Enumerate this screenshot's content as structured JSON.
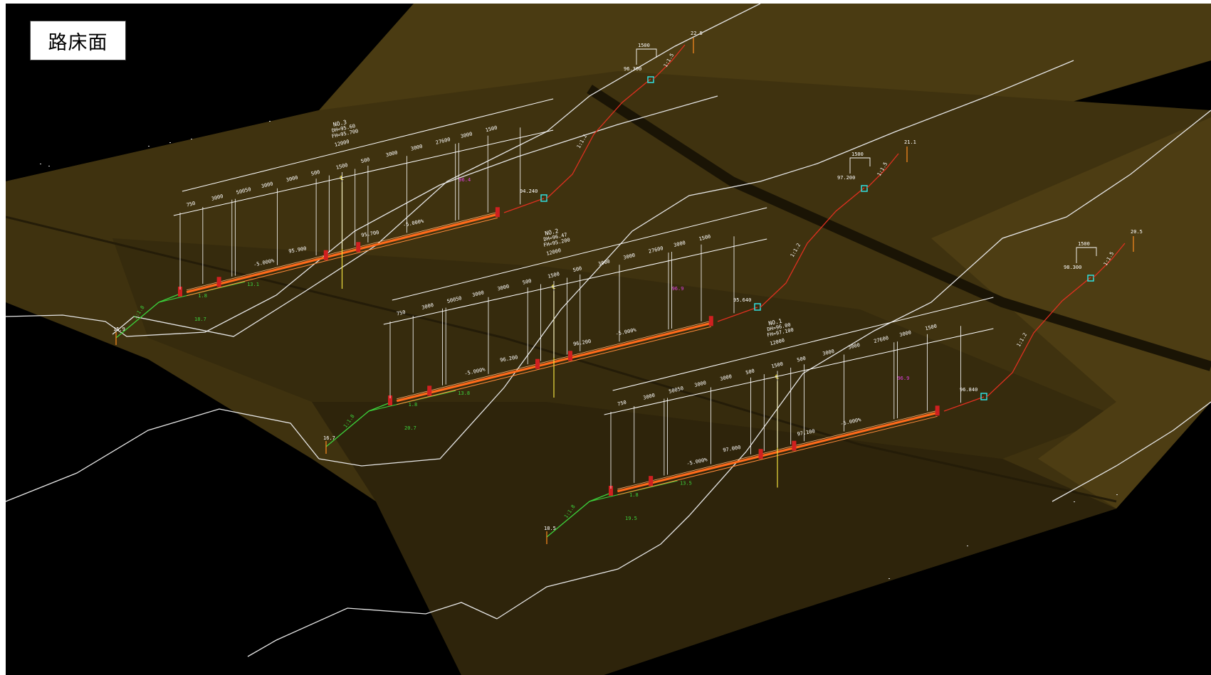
{
  "title": "路床面",
  "colors": {
    "background": "#000000",
    "surface_light": "#4a3b12",
    "surface_dark": "#2a210a",
    "terrain": "#e6e6e6",
    "cut_slope": "#e03020",
    "fill_slope": "#3cd23c",
    "pavement": "#ff6a1a",
    "centerline": "#f0e040",
    "ditch": "#30e0e0",
    "label_magenta": "#e040e0"
  },
  "sections": [
    {
      "id": "NO.3",
      "name": "NO.3",
      "sub1": "DH=95.60",
      "sub2": "FH=95.700",
      "dims_top": [
        "750",
        "3000",
        "50050",
        "3000",
        "3000",
        "500",
        "1500",
        "500",
        "3000",
        "3000",
        "27600",
        "3000",
        "1500"
      ],
      "total": "12000",
      "pave_left": "95.900",
      "pave_right": "95.700",
      "slope_left": "-5.000%",
      "slope_right": "-5.000%",
      "ditch_elev": "94.240",
      "top_elev": "96.300",
      "ditch_width": "1500",
      "fill_slope": "1:1.8",
      "cut_slope1": "1:1.2",
      "cut_slope2": "1:1.5",
      "stake_left": "15.9",
      "stake_right": "22.5",
      "grn_a": "1.8",
      "grn_b": "13.1",
      "grn_c": "18.7",
      "mag": "96.4"
    },
    {
      "id": "NO.2",
      "name": "NO.2",
      "sub1": "DH=96.47",
      "sub2": "FH=95.200",
      "dims_top": [
        "750",
        "3000",
        "50050",
        "3000",
        "3000",
        "500",
        "1500",
        "500",
        "3000",
        "3000",
        "27600",
        "3000",
        "1500"
      ],
      "total": "12000",
      "pave_left": "96.200",
      "pave_right": "96.200",
      "slope_left": "-5.000%",
      "slope_right": "-5.000%",
      "ditch_elev": "95.640",
      "top_elev": "97.200",
      "ditch_width": "1500",
      "fill_slope": "1:1.8",
      "cut_slope1": "1:1.2",
      "cut_slope2": "1:1.5",
      "stake_left": "16.7",
      "stake_right": "21.1",
      "grn_a": "1.8",
      "grn_b": "13.8",
      "grn_c": "20.7",
      "mag": "96.9"
    },
    {
      "id": "NO.1",
      "name": "NO.1",
      "sub1": "DH=96.00",
      "sub2": "FH=97.100",
      "dims_top": [
        "750",
        "3000",
        "50050",
        "3000",
        "3000",
        "500",
        "1500",
        "500",
        "3000",
        "3000",
        "27600",
        "3000",
        "1500"
      ],
      "total": "12000",
      "pave_left": "97.000",
      "pave_right": "97.100",
      "slope_left": "-5.000%",
      "slope_right": "-5.000%",
      "ditch_elev": "96.840",
      "top_elev": "98.300",
      "ditch_width": "1500",
      "fill_slope": "1:1.8",
      "cut_slope1": "1:1.2",
      "cut_slope2": "1:1.5",
      "stake_left": "18.5",
      "stake_right": "20.5",
      "grn_a": "1.8",
      "grn_b": "13.5",
      "grn_c": "19.5",
      "mag": "96.9"
    }
  ]
}
